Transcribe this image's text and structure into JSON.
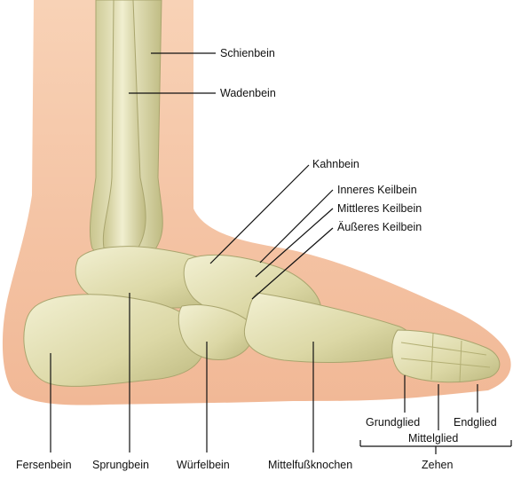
{
  "labels": {
    "schienbein": "Schienbein",
    "wadenbein": "Wadenbein",
    "kahnbein": "Kahnbein",
    "inneres_keilbein": "Inneres Keilbein",
    "mittleres_keilbein": "Mittleres Keilbein",
    "aeusseres_keilbein": "Äußeres Keilbein",
    "grundglied": "Grundglied",
    "endglied": "Endglied",
    "mittelglied": "Mittelglied",
    "fersenbein": "Fersenbein",
    "sprungbein": "Sprungbein",
    "wuerfelbein": "Würfelbein",
    "mittelfussknochen": "Mittelfußknochen",
    "zehen": "Zehen"
  },
  "colors": {
    "skin": "#f6c9a8",
    "skin_dark": "#eeb48c",
    "bone": "#e4e0b2",
    "bone_shadow": "#b9b57c",
    "bone_light": "#f3f1d4",
    "line": "#111111"
  }
}
